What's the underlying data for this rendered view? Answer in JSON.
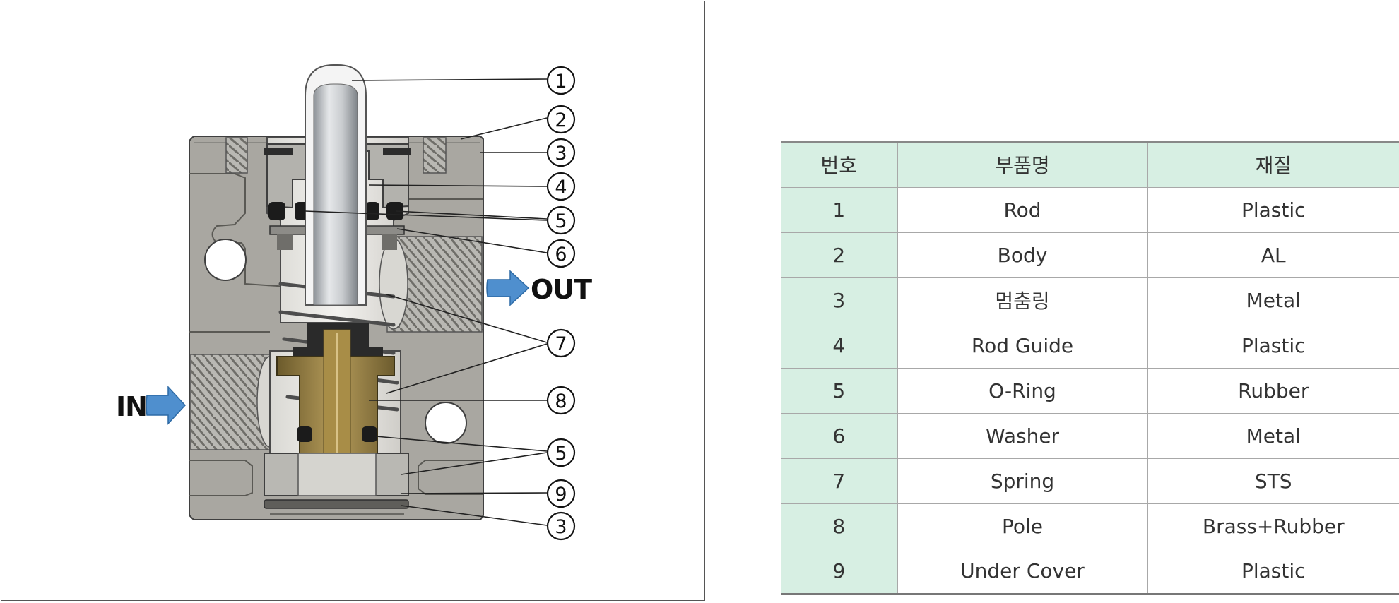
{
  "diagram": {
    "callouts": [
      "1",
      "2",
      "3",
      "4",
      "5",
      "6",
      "7",
      "8",
      "5",
      "9",
      "3"
    ],
    "port_out": "OUT",
    "port_in": "IN"
  },
  "table": {
    "headers": [
      "번호",
      "부품명",
      "재질"
    ],
    "rows": [
      {
        "no": "1",
        "name": "Rod",
        "material": "Plastic"
      },
      {
        "no": "2",
        "name": "Body",
        "material": "AL"
      },
      {
        "no": "3",
        "name": "멈춤링",
        "material": "Metal"
      },
      {
        "no": "4",
        "name": "Rod Guide",
        "material": "Plastic"
      },
      {
        "no": "5",
        "name": "O-Ring",
        "material": "Rubber"
      },
      {
        "no": "6",
        "name": "Washer",
        "material": "Metal"
      },
      {
        "no": "7",
        "name": "Spring",
        "material": "STS"
      },
      {
        "no": "8",
        "name": "Pole",
        "material": "Brass+Rubber"
      },
      {
        "no": "9",
        "name": "Under Cover",
        "material": "Plastic"
      }
    ]
  },
  "colors": {
    "header_fill": "#d7efe3",
    "arrow_blue": "#4f8fce",
    "body_gray": "#a9a7a1",
    "brass": "#8d7a43"
  }
}
